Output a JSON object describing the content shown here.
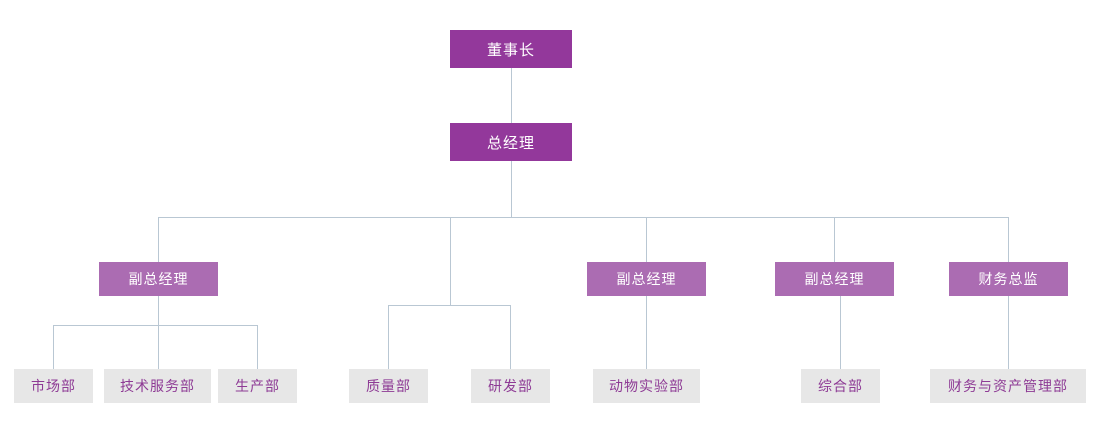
{
  "diagram": {
    "type": "organization-chart",
    "title": "",
    "colors": {
      "level1_fill": "#93389b",
      "level1_text": "#ffffff",
      "level2_fill": "#ab6cb2",
      "level2_text": "#ffffff",
      "level3_fill": "#e7e7e7",
      "level3_text": "#8e3b95",
      "connector": "#b9c7d3",
      "background": "#ffffff"
    },
    "nodes": {
      "chairman": "董事长",
      "general_manager": "总经理",
      "deputy_gm_1": "副总经理",
      "deputy_gm_2": "副总经理",
      "deputy_gm_3": "副总经理",
      "finance_director": "财务总监",
      "marketing_dept": "市场部",
      "tech_service_dept": "技术服务部",
      "production_dept": "生产部",
      "quality_dept": "质量部",
      "rd_dept": "研发部",
      "animal_lab_dept": "动物实验部",
      "general_affairs_dept": "综合部",
      "finance_asset_dept": "财务与资产管理部"
    }
  }
}
